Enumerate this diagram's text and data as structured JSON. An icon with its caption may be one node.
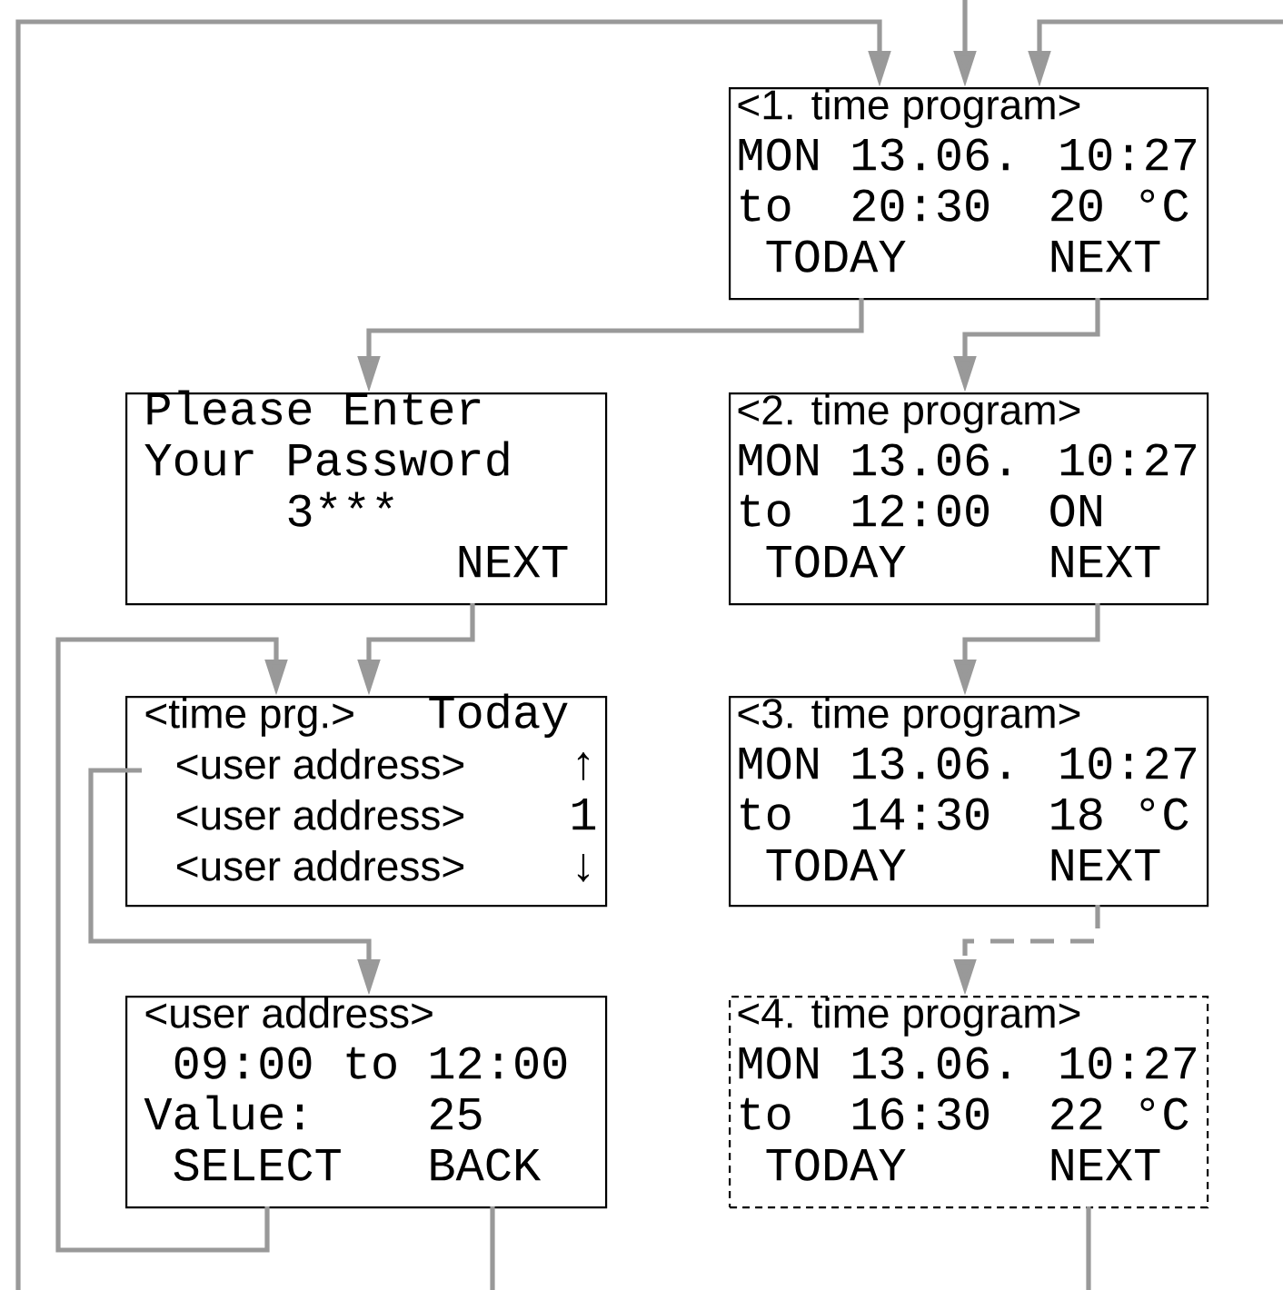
{
  "diagram": {
    "nodes": [
      {
        "text": [
          "<1. time program>",
          "MON 13.06. 10:27",
          "to",
          "20:30",
          "20 °C",
          "TODAY",
          "NEXT"
        ]
      },
      {
        "text": [
          "Please Enter",
          "Your Password",
          "3***",
          "NEXT"
        ]
      },
      {
        "text": [
          "<2. time program>",
          "MON 13.06. 10:27",
          "to",
          "12:00",
          "ON",
          "TODAY",
          "NEXT"
        ]
      },
      {
        "text": [
          "<time prg.>",
          "Today",
          "<user address>",
          "↑",
          "<user address>",
          "1",
          "<user address>",
          "↓"
        ]
      },
      {
        "text": [
          "<3. time program>",
          "MON 13.06. 10:27",
          "to",
          "14:30",
          "18 °C",
          "TODAY",
          "NEXT"
        ]
      },
      {
        "text": [
          "<user address>",
          "09:00 to 12:00",
          "Value:",
          "25",
          "SELECT",
          "BACK"
        ]
      },
      {
        "text": [
          "<4. time program>",
          "MON 13.06. 10:27",
          "to",
          "16:30",
          "22 °C",
          "TODAY",
          "NEXT"
        ]
      }
    ],
    "edges": [
      {
        "from": null,
        "to": 0,
        "arrow": "to"
      },
      {
        "from": null,
        "to": 0,
        "arrow": "to"
      },
      {
        "from": null,
        "to": 0,
        "arrow": "to"
      },
      {
        "from": 0,
        "to": 1,
        "arrow": "to"
      },
      {
        "from": 0,
        "to": 2,
        "arrow": "to"
      },
      {
        "from": 1,
        "to": 3,
        "arrow": "to"
      },
      {
        "from": 5,
        "to": 3,
        "arrow": "to"
      },
      {
        "from": 3,
        "to": 5,
        "arrow": "to"
      },
      {
        "from": 2,
        "to": 4,
        "arrow": "to"
      },
      {
        "from": 4,
        "to": 6,
        "arrow": "to",
        "style": "dashed"
      },
      {
        "from": 5,
        "to": null,
        "arrow": "none"
      },
      {
        "from": 6,
        "to": null,
        "arrow": "none"
      }
    ]
  }
}
